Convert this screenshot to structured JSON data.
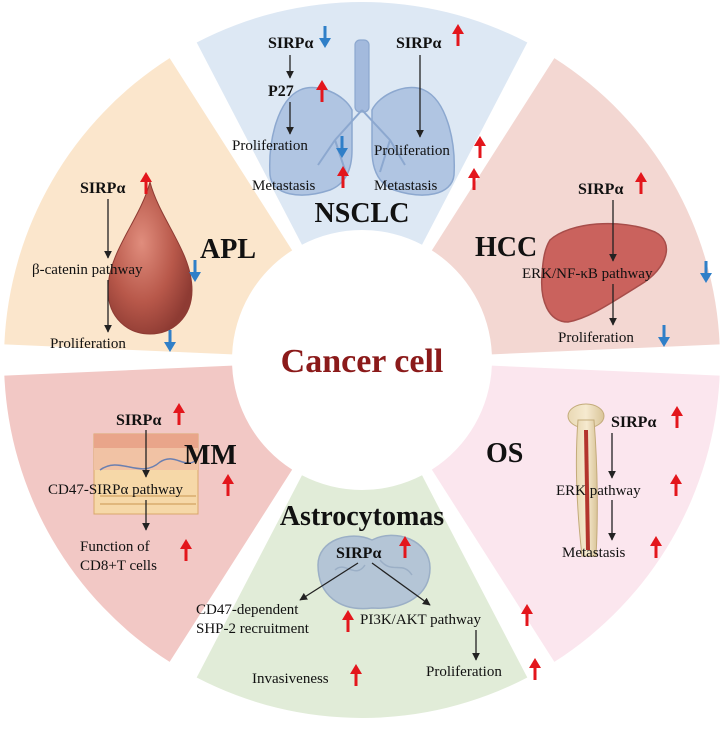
{
  "center": {
    "title": "Cancer cell"
  },
  "colors": {
    "up": "#e3161c",
    "down": "#2f7fc8",
    "nsclc": "#dde8f4",
    "hcc": "#f3d7d2",
    "os": "#fbe6ee",
    "astro": "#e1ecd8",
    "mm": "#f2c8c5",
    "apl": "#fbe6cc",
    "center_text": "#8b1a1a"
  },
  "segments": {
    "nsclc": {
      "title": "NSCLC",
      "left_sirp": "SIRPα",
      "right_sirp": "SIRPα",
      "p27": "P27",
      "left_proliferation": "Proliferation",
      "left_metastasis": "Metastasis",
      "right_proliferation": "Proliferation",
      "right_metastasis": "Metastasis"
    },
    "hcc": {
      "title": "HCC",
      "sirp": "SIRPα",
      "pathway": "ERK/NF-κB pathway",
      "proliferation": "Proliferation"
    },
    "os": {
      "title": "OS",
      "sirp": "SIRPα",
      "pathway": "ERK pathway",
      "metastasis": "Metastasis"
    },
    "astrocytomas": {
      "title": "Astrocytomas",
      "sirp": "SIRPα",
      "left_line1": "CD47-dependent",
      "left_line2": "SHP-2 recruitment",
      "right_pathway": "PI3K/AKT pathway",
      "invasiveness": "Invasiveness",
      "proliferation": "Proliferation"
    },
    "mm": {
      "title": "MM",
      "sirp": "SIRPα",
      "pathway": "CD47-SIRPα pathway",
      "func_line1": "Function of",
      "func_line2": "CD8+T cells"
    },
    "apl": {
      "title": "APL",
      "sirp": "SIRPα",
      "pathway": "β-catenin pathway",
      "proliferation": "Proliferation"
    }
  }
}
